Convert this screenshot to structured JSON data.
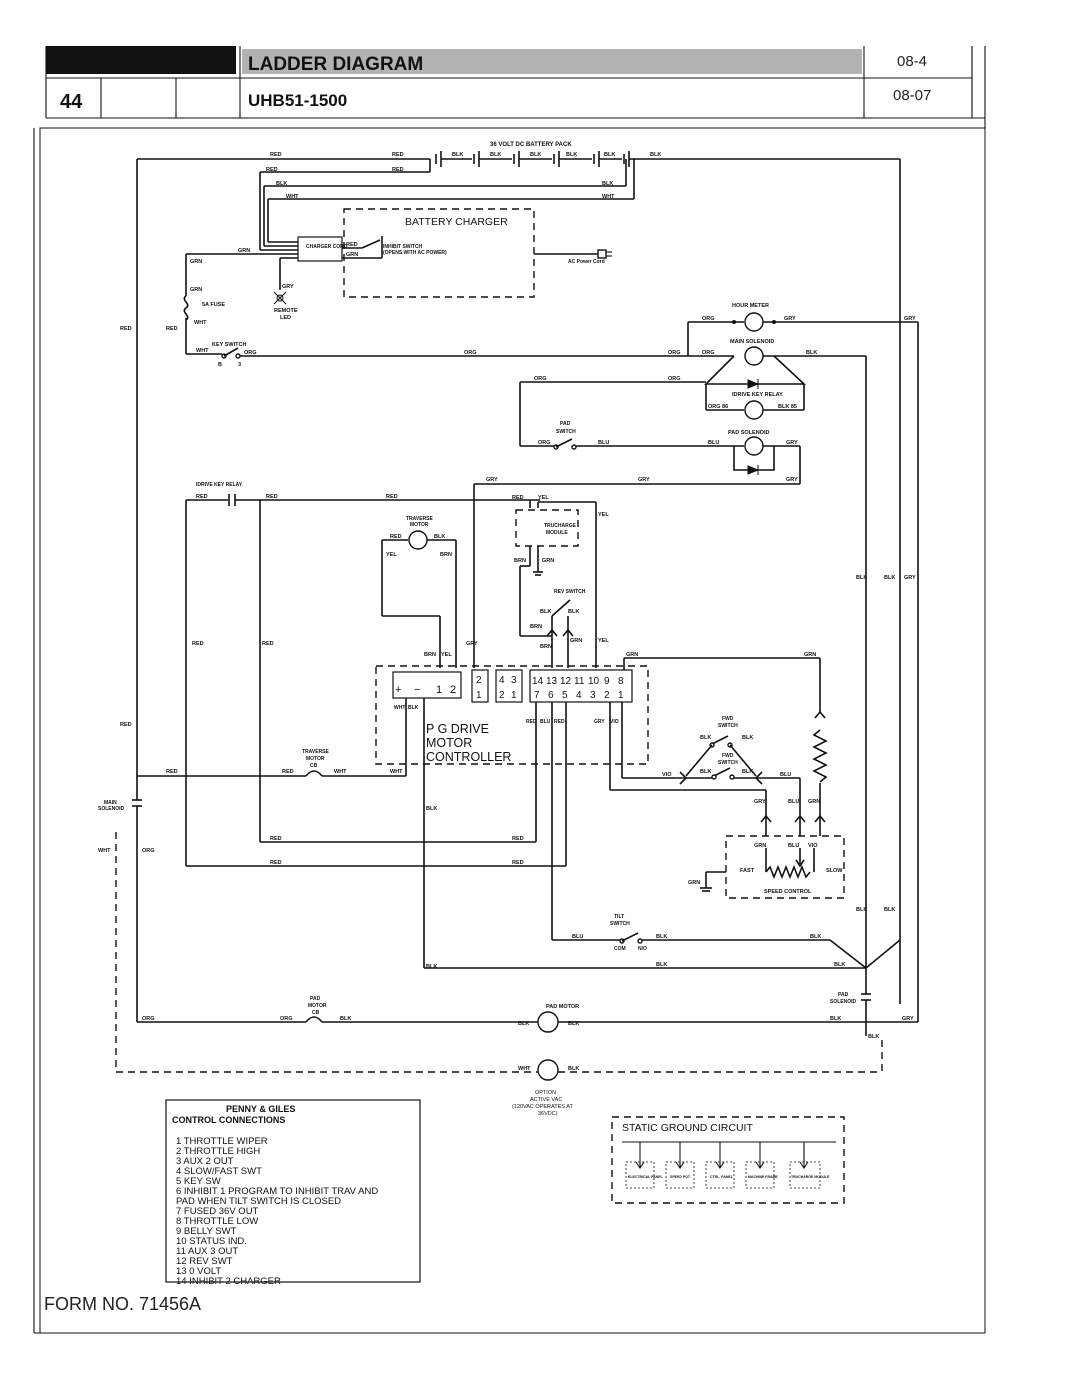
{
  "header": {
    "page_number": "44",
    "title": "LADDER DIAGRAM",
    "model": "UHB51-1500",
    "rev_top": "08-4",
    "rev_bottom": "08-07"
  },
  "battery": {
    "label": "36 VOLT DC BATTERY PACK"
  },
  "charger": {
    "title": "BATTERY CHARGER",
    "cord": "CHARGER CORD",
    "inhibit_1": "INHIBIT SWITCH",
    "inhibit_2": "(OPENS WITH AC POWER)",
    "ac_cord": "AC Power Cord"
  },
  "components": {
    "fuse": "5A FUSE",
    "remote_led_1": "REMOTE",
    "remote_led_2": "LED",
    "key_switch": "KEY SWITCH",
    "key_b": "B",
    "key_3": "3",
    "hour_meter": "HOUR METER",
    "main_solenoid": "MAIN SOLENOID",
    "idrive_key_relay": "IDRIVE KEY RELAY",
    "org86": "ORG 86",
    "blk85": "BLK 85",
    "pad_switch_1": "PAD",
    "pad_switch_2": "SWITCH",
    "pad_solenoid": "PAD SOLENOID",
    "idrive_key_relay_2": "IDRIVE KEY RELAY",
    "traverse_motor_1": "TRAVERSE",
    "traverse_motor_2": "MOTOR",
    "trucharge_1": "TRUCHARGE",
    "trucharge_2": "MODULE",
    "rev_switch": "REV SWITCH",
    "fwd_switch_1": "FWD",
    "fwd_switch_2": "SWITCH",
    "traverse_cb_1": "TRAVERSE",
    "traverse_cb_2": "MOTOR",
    "traverse_cb_3": "CB",
    "main_solenoid_left_1": "MAIN",
    "main_solenoid_left_2": "SOLENOID",
    "speed_control": "SPEED CONTROL",
    "fast": "FAST",
    "slow": "SLOW",
    "tilt_switch_1": "TILT",
    "tilt_switch_2": "SWITCH",
    "com": "COM",
    "no": "N/O",
    "pad_solenoid_right_1": "PAD",
    "pad_solenoid_right_2": "SOLENOID",
    "pad_motor": "PAD MOTOR",
    "pad_motor_cb_1": "PAD",
    "pad_motor_cb_2": "MOTOR",
    "pad_motor_cb_3": "CB",
    "option_1": "OPTION",
    "option_2": "ACTIVE VAC",
    "option_3": "(120VAC OPERATES AT",
    "option_4": "36VDC)"
  },
  "controller": {
    "line1": "P G DRIVE",
    "line2": "MOTOR",
    "line3": "CONTROLLER",
    "power_pins": [
      "+",
      "−",
      "1",
      "2"
    ],
    "pins_a": [
      "2",
      "1"
    ],
    "pins_b_top": [
      "4",
      "3"
    ],
    "pins_b_bottom": [
      "2",
      "1"
    ],
    "pins_c_top": [
      "14",
      "13",
      "12",
      "11",
      "10",
      "9",
      "8"
    ],
    "pins_c_bottom": [
      "7",
      "6",
      "5",
      "4",
      "3",
      "2",
      "1"
    ]
  },
  "wire_colors": {
    "red": "RED",
    "blk": "BLK",
    "wht": "WHT",
    "grn": "GRN",
    "gry": "GRY",
    "org": "ORG",
    "yel": "YEL",
    "brn": "BRN",
    "blu": "BLU",
    "vio": "VIO"
  },
  "legend": {
    "title_1": "PENNY & GILES",
    "title_2": "CONTROL CONNECTIONS",
    "items": [
      "1  THROTTLE WIPER",
      "2  THROTTLE HIGH",
      "3  AUX 2 OUT",
      "4  SLOW/FAST SWT",
      "5  KEY SW",
      "6  INHIBIT 1 PROGRAM TO INHIBIT TRAV AND",
      "    PAD WHEN TILT SWITCH IS CLOSED",
      "7  FUSED 36V OUT",
      "8  THROTTLE LOW",
      "9  BELLY SWT",
      "10  STATUS IND.",
      "11  AUX 3 OUT",
      "12  REV SWT",
      "13  0 VOLT",
      "14  INHIBIT 2 CHARGER"
    ]
  },
  "static_ground": {
    "title": "STATIC GROUND CIRCUIT",
    "items": [
      "ELECTRICAL PANEL",
      "SPEED POT.",
      "CTRL. PANEL",
      "MACHINE FRAME",
      "TRUCHARGE MODULE"
    ]
  },
  "footer": {
    "form": "FORM NO. 71456A"
  }
}
